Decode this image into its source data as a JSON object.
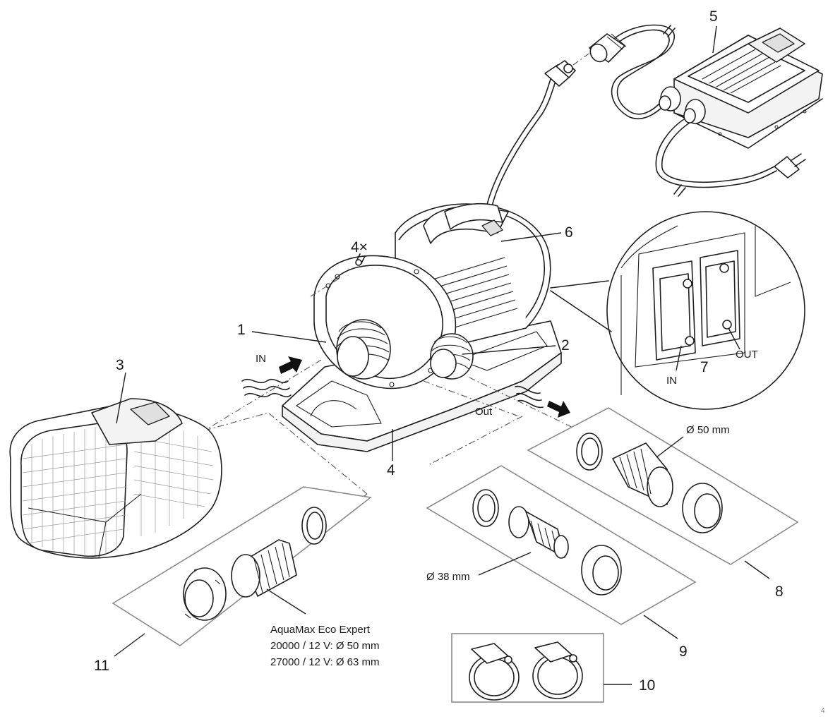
{
  "callouts": {
    "c1": "1",
    "c2": "2",
    "c3": "3",
    "c4": "4",
    "c4x": "4×",
    "c5": "5",
    "c6": "6",
    "c7": "7",
    "c8": "8",
    "c9": "9",
    "c10": "10",
    "c11": "11"
  },
  "flow": {
    "in_label": "IN",
    "out_label": "Out"
  },
  "detail_inset": {
    "in_label": "IN",
    "out_label": "OUT"
  },
  "dimensions": {
    "d50": "Ø 50 mm",
    "d38": "Ø 38 mm"
  },
  "model_note": {
    "line1": "AquaMax Eco Expert",
    "line2": "20000 / 12 V: Ø 50 mm",
    "line3": "27000 / 12 V: Ø 63 mm"
  },
  "page_number": "4"
}
